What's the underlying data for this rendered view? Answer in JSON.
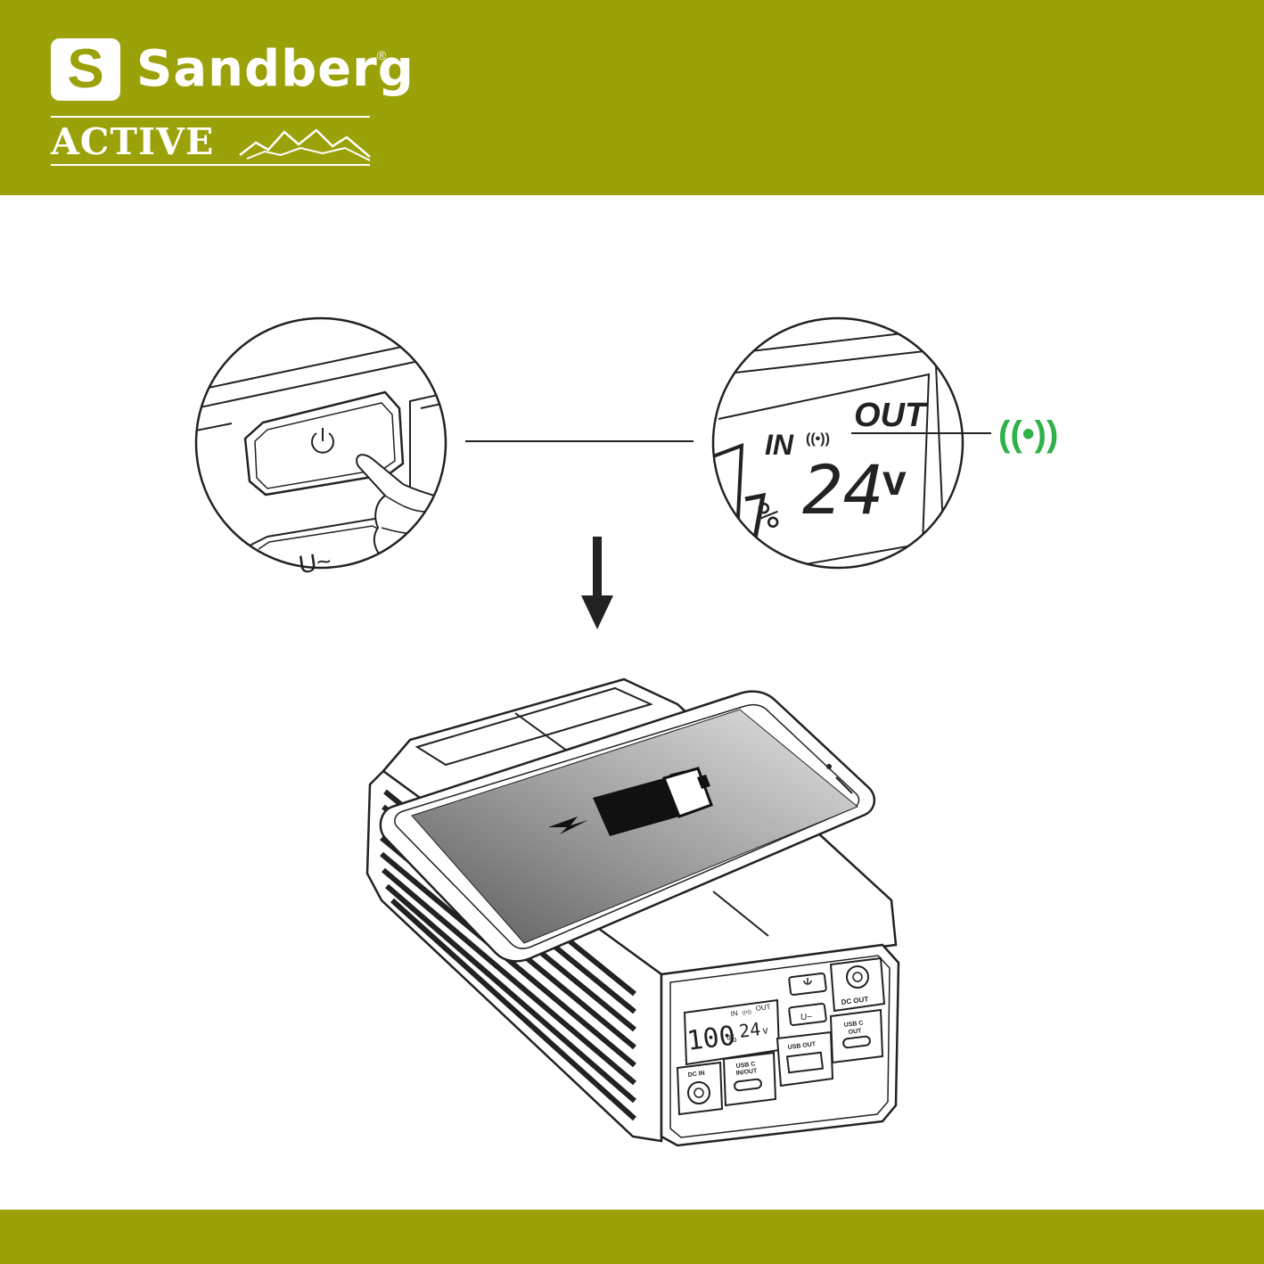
{
  "brand": {
    "logo_letter": "S",
    "name": "Sandberg",
    "registered": "®",
    "sub_brand": "ACTIVE"
  },
  "buttons_zoom": {
    "mode_button_label": "U~"
  },
  "display_zoom": {
    "in_label": "IN",
    "out_label": "OUT",
    "wireless_symbol": "((•))",
    "voltage": "24",
    "voltage_unit": "v",
    "percent_sign": "%"
  },
  "wireless_indicator": {
    "symbol": "((•))",
    "color": "#2fb24a"
  },
  "device": {
    "lcd_percent": "100",
    "lcd_percent_sign": "%",
    "lcd_in": "IN",
    "lcd_out": "OUT",
    "lcd_wireless": "((•))",
    "lcd_voltage": "24",
    "lcd_voltage_unit": "v",
    "mode_button_label": "U~",
    "dc_out_label": "DC OUT",
    "usb_c_out_label_1": "USB C",
    "usb_c_out_label_2": "OUT",
    "usb_out_label": "USB OUT",
    "usb_c_inout_label_1": "USB C",
    "usb_c_inout_label_2": "IN/OUT",
    "dc_in_label": "DC IN"
  },
  "colors": {
    "brand_olive": "#9ba108",
    "wireless_green": "#2fb24a"
  },
  "icons": [
    "power-icon",
    "wireless-charging-icon",
    "battery-icon",
    "lightning-icon",
    "down-arrow-icon",
    "hand-icon"
  ]
}
